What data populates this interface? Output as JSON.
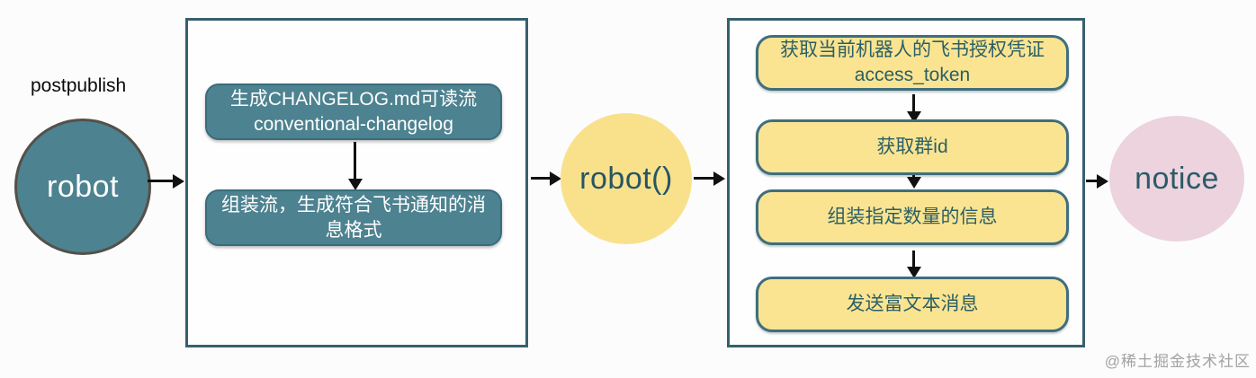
{
  "flow": {
    "trigger_label": "postpublish",
    "start_node": {
      "label": "robot"
    },
    "stream_panel": {
      "steps": [
        {
          "line1": "生成CHANGELOG.md可读流",
          "line2": "conventional-changelog"
        },
        {
          "line1": "组装流，生成符合飞书通知的消息格式"
        }
      ]
    },
    "middle_node": {
      "label": "robot()"
    },
    "notify_panel": {
      "steps": [
        {
          "line1": "获取当前机器人的飞书授权凭证",
          "line2": "access_token"
        },
        {
          "line1": "获取群id"
        },
        {
          "line1": "组装指定数量的信息"
        },
        {
          "line1": "发送富文本消息"
        }
      ]
    },
    "end_node": {
      "label": "notice"
    }
  },
  "colors": {
    "teal_node": "#4d8290",
    "teal_border": "#3a6d7c",
    "panel_border": "#37606e",
    "yellow_node": "#f9e18c",
    "yellow_fill": "#fbe491",
    "yellow_border": "#3f6e7e",
    "pink_node": "#ecd3de",
    "dark_text": "#2a5b68",
    "arrow": "#111111"
  },
  "watermark": {
    "text": "@稀土掘金技术社区"
  }
}
